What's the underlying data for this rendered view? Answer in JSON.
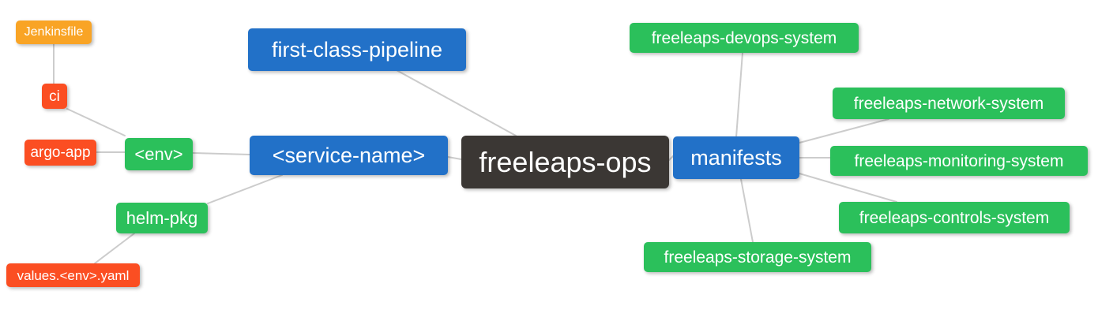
{
  "palette": {
    "background": "#ffffff",
    "root": "#3b3734",
    "branch": "#2271c8",
    "green": "#2bc05b",
    "red": "#fb4e22",
    "amber": "#f9a425",
    "edge": "#cccccc",
    "node_text": "#ffffff"
  },
  "nodes": {
    "freeleaps_ops": {
      "label": "freeleaps-ops",
      "color": "root"
    },
    "first_class_pipeline": {
      "label": "first-class-pipeline",
      "color": "branch"
    },
    "service_name": {
      "label": "<service-name>",
      "color": "branch"
    },
    "manifests": {
      "label": "manifests",
      "color": "branch"
    },
    "env": {
      "label": "<env>",
      "color": "green"
    },
    "helm_pkg": {
      "label": "helm-pkg",
      "color": "green"
    },
    "ci": {
      "label": "ci",
      "color": "red"
    },
    "argo_app": {
      "label": "argo-app",
      "color": "red"
    },
    "jenkinsfile": {
      "label": "Jenkinsfile",
      "color": "amber"
    },
    "values_env_yaml": {
      "label": "values.<env>.yaml",
      "color": "red"
    },
    "devops_system": {
      "label": "freeleaps-devops-system",
      "color": "green"
    },
    "network_system": {
      "label": "freeleaps-network-system",
      "color": "green"
    },
    "monitoring_system": {
      "label": "freeleaps-monitoring-system",
      "color": "green"
    },
    "controls_system": {
      "label": "freeleaps-controls-system",
      "color": "green"
    },
    "storage_system": {
      "label": "freeleaps-storage-system",
      "color": "green"
    }
  },
  "edges": [
    [
      "jenkinsfile",
      "ci"
    ],
    [
      "ci",
      "env"
    ],
    [
      "argo_app",
      "env"
    ],
    [
      "env",
      "service_name"
    ],
    [
      "helm_pkg",
      "service_name"
    ],
    [
      "values_env_yaml",
      "helm_pkg"
    ],
    [
      "first_class_pipeline",
      "freeleaps_ops"
    ],
    [
      "service_name",
      "freeleaps_ops"
    ],
    [
      "freeleaps_ops",
      "manifests"
    ],
    [
      "manifests",
      "devops_system"
    ],
    [
      "manifests",
      "network_system"
    ],
    [
      "manifests",
      "monitoring_system"
    ],
    [
      "manifests",
      "controls_system"
    ],
    [
      "manifests",
      "storage_system"
    ]
  ]
}
